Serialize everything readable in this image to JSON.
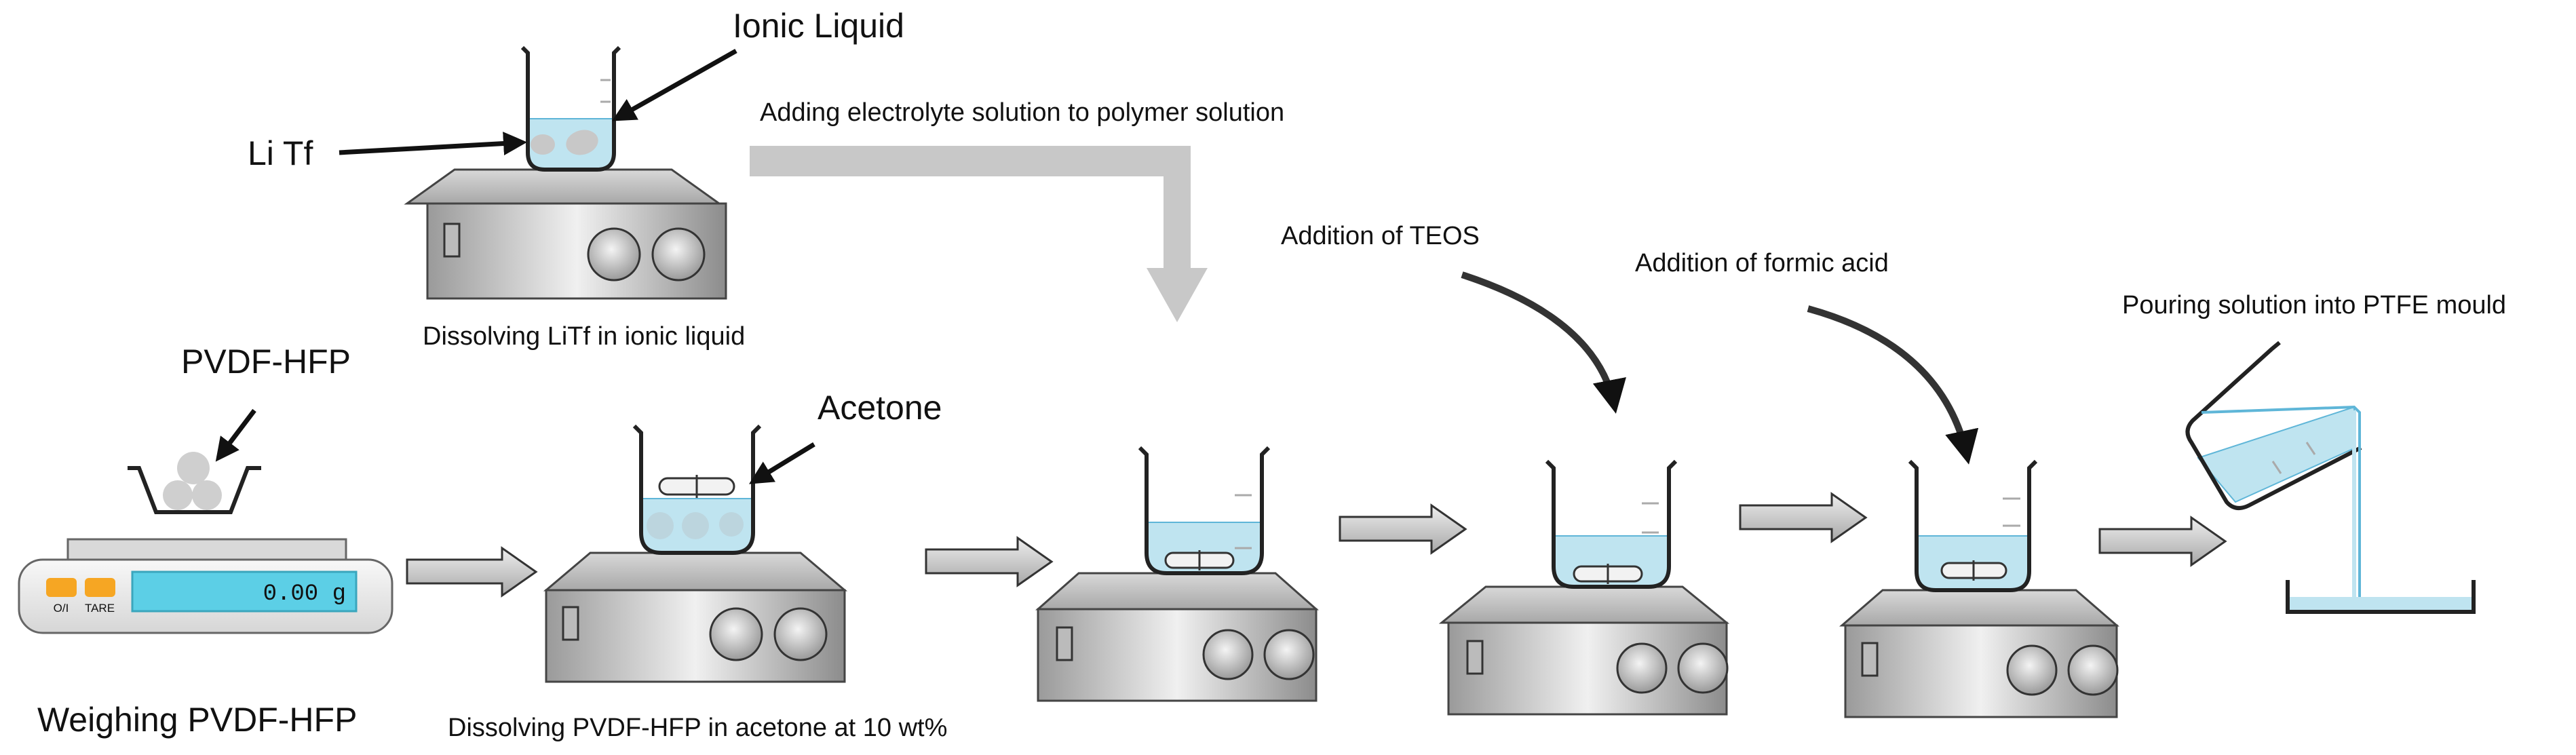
{
  "labels": {
    "ionic_liquid": "Ionic Liquid",
    "li_tf": "Li Tf",
    "adding_electrolyte": "Adding electrolyte solution to polymer solution",
    "dissolving_litf": "Dissolving LiTf in ionic liquid",
    "pvdf_hfp": "PVDF-HFP",
    "acetone": "Acetone",
    "weighing": "Weighing PVDF-HFP",
    "dissolving_pvdf": "Dissolving PVDF-HFP in acetone at 10 wt%",
    "addition_teos": "Addition of TEOS",
    "addition_formic": "Addition of formic acid",
    "pouring": "Pouring solution into PTFE mould"
  },
  "scale": {
    "display": "0.00 g",
    "btn_onoff": "O/I",
    "btn_tare": "TARE"
  },
  "colors": {
    "liquid": "#bfe4f0",
    "liquid_edge": "#5fb6d8",
    "display": "#5ccfe6",
    "button": "#f6a623",
    "metal_light": "#eeeeee",
    "metal_dark": "#8a8a8a",
    "arrow_grey": "#c8c8c8"
  }
}
